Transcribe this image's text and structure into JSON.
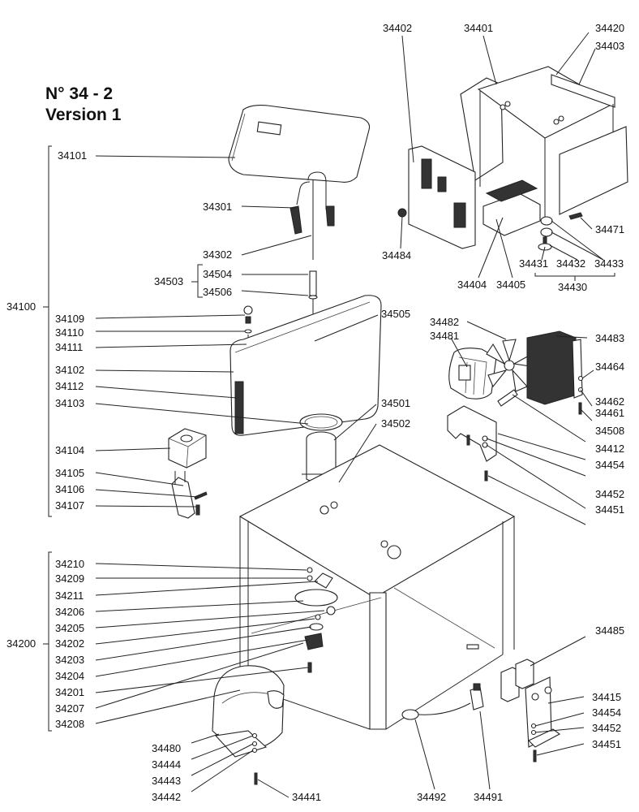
{
  "title": {
    "line1": "N° 34 - 2",
    "line2": "Version 1"
  },
  "groups": {
    "g34100": "34100",
    "g34200": "34200",
    "g34503": "34503",
    "g34430": "34430"
  },
  "labels": {
    "l34101": "34101",
    "l34301": "34301",
    "l34302": "34302",
    "l34504": "34504",
    "l34506": "34506",
    "l34109": "34109",
    "l34110": "34110",
    "l34111": "34111",
    "l34102": "34102",
    "l34112": "34112",
    "l34103": "34103",
    "l34104": "34104",
    "l34105": "34105",
    "l34106": "34106",
    "l34107": "34107",
    "l34505": "34505",
    "l34501": "34501",
    "l34502": "34502",
    "l34210": "34210",
    "l34209": "34209",
    "l34211": "34211",
    "l34206": "34206",
    "l34205": "34205",
    "l34202": "34202",
    "l34203": "34203",
    "l34204": "34204",
    "l34201": "34201",
    "l34207": "34207",
    "l34208": "34208",
    "l34480": "34480",
    "l34444": "34444",
    "l34443": "34443",
    "l34442": "34442",
    "l34441": "34441",
    "l34492": "34492",
    "l34491": "34491",
    "l34402": "34402",
    "l34401": "34401",
    "l34420": "34420",
    "l34403": "34403",
    "l34471": "34471",
    "l34484": "34484",
    "l34404": "34404",
    "l34405": "34405",
    "l34431": "34431",
    "l34432": "34432",
    "l34433": "34433",
    "l34482": "34482",
    "l34481": "34481",
    "l34483": "34483",
    "l34464": "34464",
    "l34462": "34462",
    "l34461": "34461",
    "l34508": "34508",
    "l34412": "34412",
    "l34454a": "34454",
    "l34452a": "34452",
    "l34451a": "34451",
    "l34485": "34485",
    "l34415": "34415",
    "l34454b": "34454",
    "l34452b": "34452",
    "l34451b": "34451"
  }
}
